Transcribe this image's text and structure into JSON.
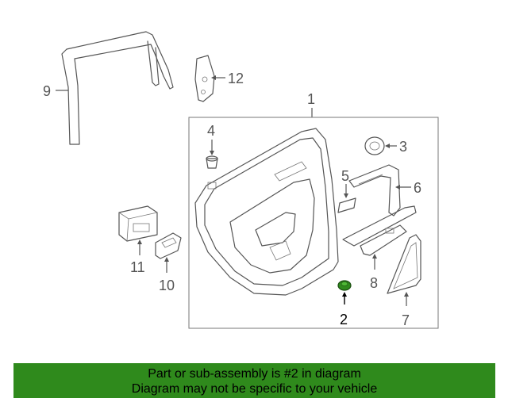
{
  "diagram": {
    "callouts": [
      {
        "id": "1",
        "label": "1"
      },
      {
        "id": "2",
        "label": "2"
      },
      {
        "id": "3",
        "label": "3"
      },
      {
        "id": "4",
        "label": "4"
      },
      {
        "id": "5",
        "label": "5"
      },
      {
        "id": "6",
        "label": "6"
      },
      {
        "id": "7",
        "label": "7"
      },
      {
        "id": "8",
        "label": "8"
      },
      {
        "id": "9",
        "label": "9"
      },
      {
        "id": "10",
        "label": "10"
      },
      {
        "id": "11",
        "label": "11"
      },
      {
        "id": "12",
        "label": "12"
      }
    ],
    "highlighted_part": "2",
    "colors": {
      "highlight": "#2f8a1c",
      "line": "#555555",
      "banner": "#2f8a1c"
    }
  },
  "banner": {
    "line1": "Part or sub-assembly is #2 in diagram",
    "line2": "Diagram may not be specific to your vehicle"
  }
}
